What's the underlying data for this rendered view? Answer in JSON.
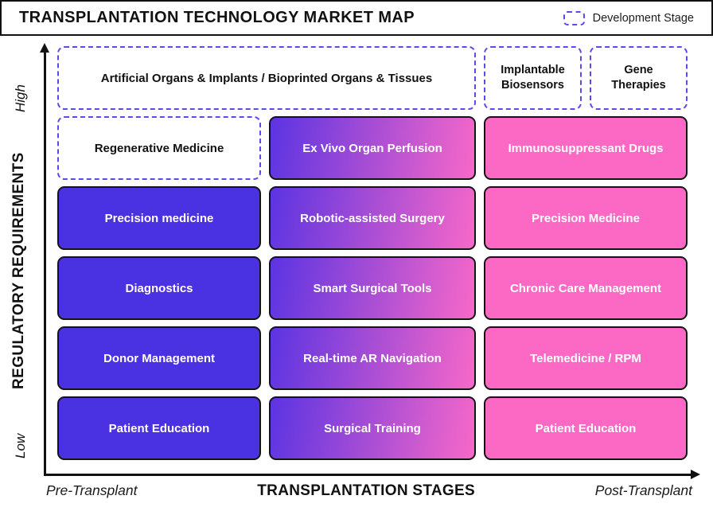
{
  "header": {
    "title": "TRANSPLANTATION TECHNOLOGY MARKET MAP",
    "legend_label": "Development Stage"
  },
  "axes": {
    "y_title": "REGULATORY REQUIREMENTS",
    "y_max": "High",
    "y_min": "Low",
    "x_title": "TRANSPLANTATION STAGES",
    "x_min": "Pre-Transplant",
    "x_max": "Post-Transplant"
  },
  "colors": {
    "development_dash_purple": "#5A4AEC",
    "box_blue": "#4A31E2",
    "box_pink": "#FB69C5",
    "gradient_start": "#5B34E2",
    "gradient_end": "#F768C8",
    "box_border": "#141414"
  },
  "grid": {
    "dev_row": [
      {
        "label": "Artificial Organs & Implants / Bioprinted Organs & Tissues",
        "stage": "development"
      },
      {
        "label": "Implantable Biosensors",
        "stage": "development"
      },
      {
        "label": "Gene Therapies",
        "stage": "development"
      }
    ],
    "rows": [
      [
        {
          "label": "Regenerative Medicine",
          "style": "dashed"
        },
        {
          "label": "Ex Vivo Organ Perfusion",
          "style": "gradient"
        },
        {
          "label": "Immunosuppressant Drugs",
          "style": "pink"
        }
      ],
      [
        {
          "label": "Precision medicine",
          "style": "blue"
        },
        {
          "label": "Robotic-assisted Surgery",
          "style": "gradient"
        },
        {
          "label": "Precision Medicine",
          "style": "pink"
        }
      ],
      [
        {
          "label": "Diagnostics",
          "style": "blue"
        },
        {
          "label": "Smart Surgical Tools",
          "style": "gradient"
        },
        {
          "label": "Chronic Care Management",
          "style": "pink"
        }
      ],
      [
        {
          "label": "Donor Management",
          "style": "blue"
        },
        {
          "label": "Real-time AR Navigation",
          "style": "gradient"
        },
        {
          "label": "Telemedicine / RPM",
          "style": "pink"
        }
      ],
      [
        {
          "label": "Patient Education",
          "style": "blue"
        },
        {
          "label": "Surgical Training",
          "style": "gradient"
        },
        {
          "label": "Patient Education",
          "style": "pink"
        }
      ]
    ]
  }
}
